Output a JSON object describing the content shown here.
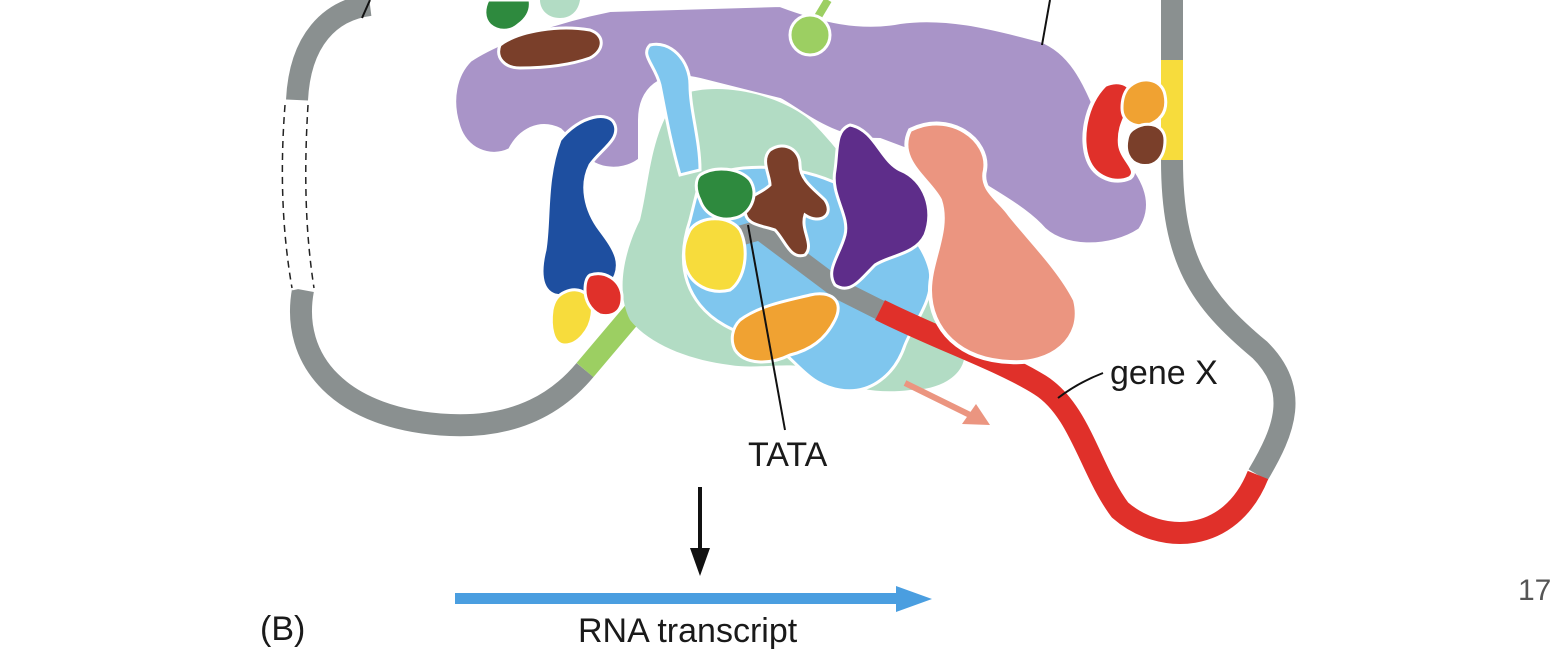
{
  "panel_label": "(B)",
  "labels": {
    "tata": "TATA",
    "gene": "gene X",
    "transcript": "RNA transcript"
  },
  "page_number": "17",
  "colors": {
    "dna": "#8a9090",
    "gene": "#e0302a",
    "mediator": "#a994c8",
    "tfiid": "#b2dcc4",
    "pol_ii": "#7fc6ee",
    "transcript_arrow": "#4a9ee0",
    "enhancer_yellow": "#f7dc3c",
    "light_green_dna": "#9ccf62"
  }
}
